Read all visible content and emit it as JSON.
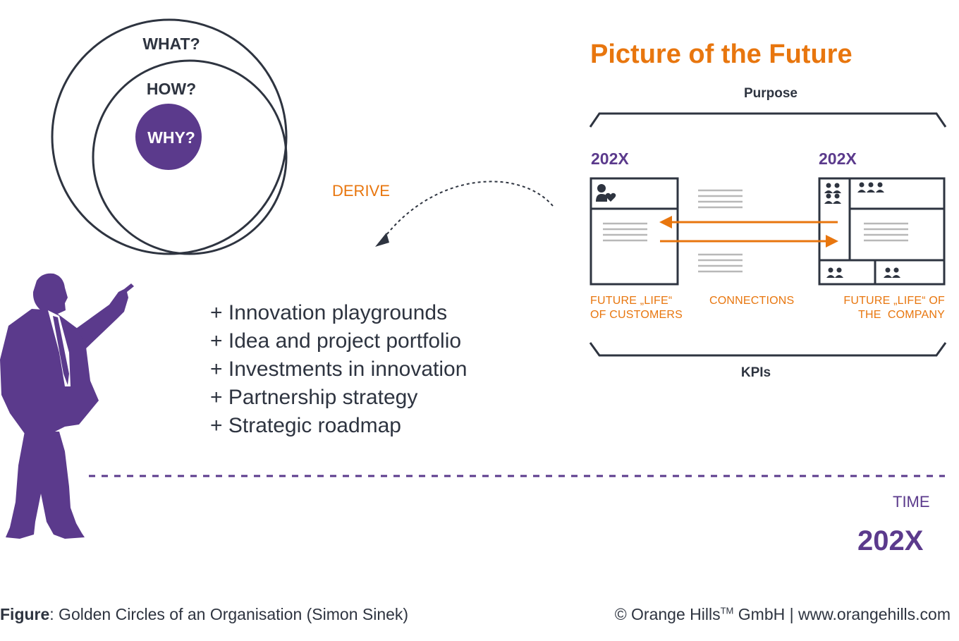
{
  "golden_circles": {
    "outer_label": "WHAT?",
    "middle_label": "HOW?",
    "inner_label": "WHY?"
  },
  "derive_label": "DERIVE",
  "picture_of_future": {
    "title": "Picture of the Future",
    "top_label": "Purpose",
    "bottom_label": "KPIs",
    "left_year": "202X",
    "right_year": "202X",
    "left_caption_line1": "FUTURE „LIFE“",
    "left_caption_line2": "OF CUSTOMERS",
    "middle_caption": "CONNECTIONS",
    "right_caption_line1": "FUTURE „LIFE“ OF",
    "right_caption_line2": "THE  COMPANY"
  },
  "bullets": [
    "+ Innovation playgrounds",
    "+ Idea and project portfolio",
    "+ Investments in innovation",
    "+ Partnership strategy",
    "+ Strategic roadmap"
  ],
  "timeline": {
    "label": "TIME",
    "year": "202X"
  },
  "footer": {
    "figure_bold": "Figure",
    "figure_text": ": Golden Circles of an Organisation (Simon Sinek)",
    "copyright_prefix": "© Orange Hills",
    "trademark": "TM",
    "copyright_suffix": " GmbH | www.orangehills.com"
  },
  "colors": {
    "purple": "#5b3a8c",
    "orange": "#e8760e",
    "dark": "#2e3440",
    "gray": "#b8b8b8"
  }
}
